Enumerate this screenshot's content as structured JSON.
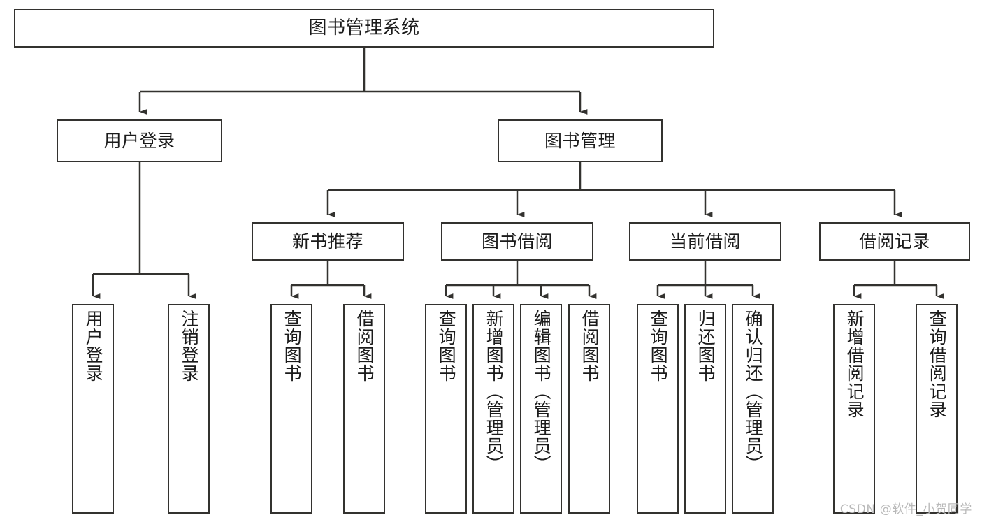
{
  "diagram": {
    "type": "tree-hierarchy",
    "title": "图书管理系统",
    "watermark": "CSDN @软件_小贺同学",
    "colors": {
      "stroke": "#33322f",
      "fill": "#ffffff",
      "text": "#1b1b1b",
      "watermark": "#b9b9b9"
    },
    "levels": {
      "root": {
        "label": "图书管理系统"
      },
      "level1": [
        {
          "label": "用户登录"
        },
        {
          "label": "图书管理"
        }
      ],
      "level2": [
        {
          "label": "新书推荐"
        },
        {
          "label": "图书借阅"
        },
        {
          "label": "当前借阅"
        },
        {
          "label": "借阅记录"
        }
      ],
      "leaves": {
        "user_login": [
          {
            "label": "用户登录"
          },
          {
            "label": "注销登录"
          }
        ],
        "new_book_recommend": [
          {
            "label": "查询图书"
          },
          {
            "label": "借阅图书"
          }
        ],
        "book_borrow": [
          {
            "label": "查询图书"
          },
          {
            "label": "新增图书（管理员）"
          },
          {
            "label": "编辑图书（管理员）"
          },
          {
            "label": "借阅图书"
          }
        ],
        "current_borrow": [
          {
            "label": "查询图书"
          },
          {
            "label": "归还图书"
          },
          {
            "label": "确认归还（管理员）"
          }
        ],
        "borrow_record": [
          {
            "label": "新增借阅记录"
          },
          {
            "label": "查询借阅记录"
          }
        ]
      }
    }
  }
}
